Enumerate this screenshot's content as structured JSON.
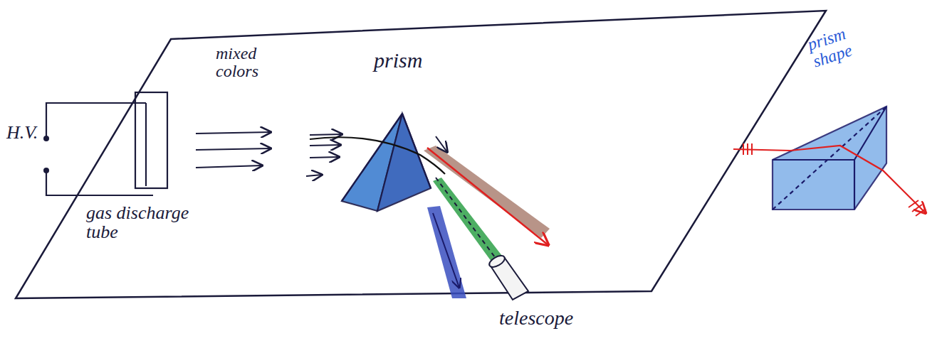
{
  "diagram": {
    "labels": [
      "mixed colors",
      "prism",
      "prism shape",
      "H.V.",
      "gas discharge tube",
      "telescope"
    ]
  }
}
